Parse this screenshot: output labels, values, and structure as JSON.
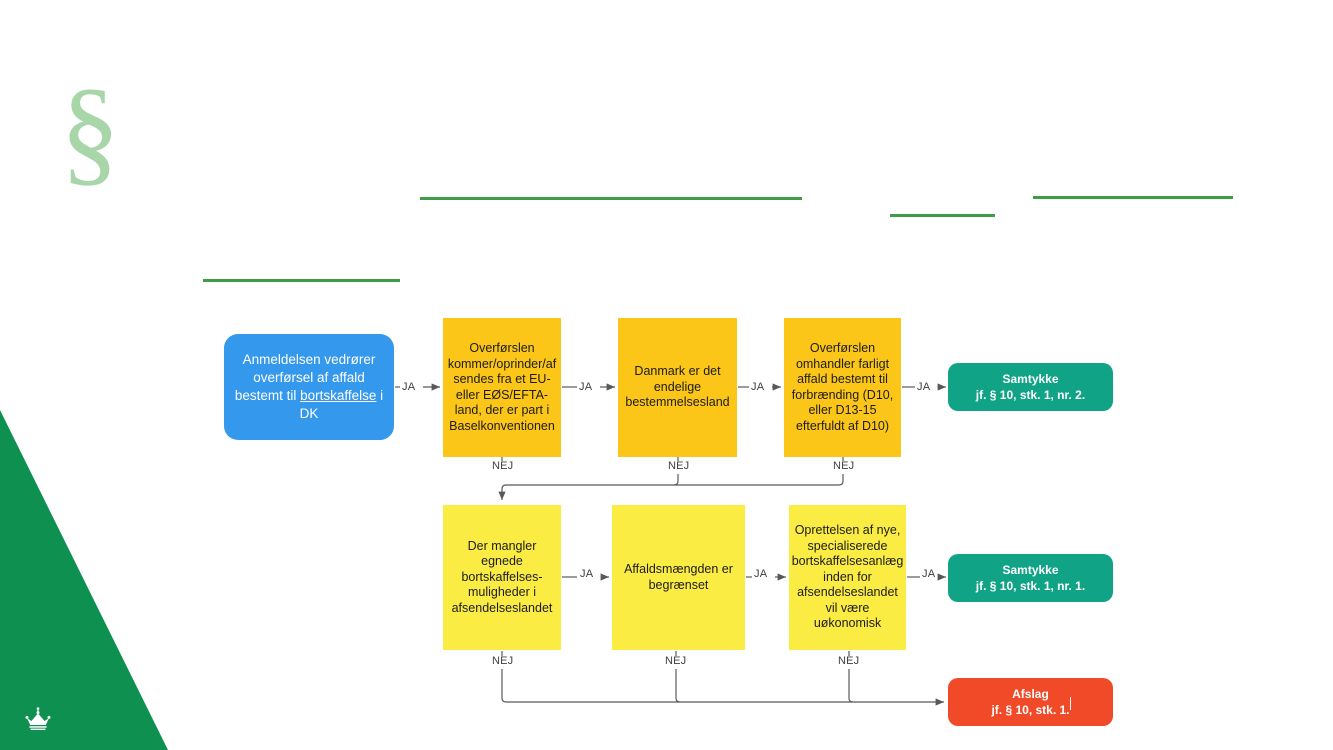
{
  "slide": {
    "background_color": "#ffffff",
    "accent_green": "#3f9c47",
    "corner_green": "#0e9150",
    "section_symbol": "§",
    "crown_icon": "crown-icon"
  },
  "palette": {
    "blue": "#3498ec",
    "orange": "#fbc618",
    "yellow": "#fbec43",
    "teal": "#11a385",
    "red": "#f04a28",
    "edge": "#595959"
  },
  "flow": {
    "start": {
      "id": "start",
      "text_lines": [
        "Anmeldelsen vedrører",
        "overførsel af affald",
        "bestemt til bortskaffelse i",
        "DK"
      ],
      "text": "Anmeldelsen vedrører overførsel af affald bestemt til bortskaffelse i DK",
      "underlined_fragment": "bortskaffelse",
      "color": "#3498ec"
    },
    "questions_row1": [
      {
        "id": "q1",
        "text": "Overførslen kommer/oprinder/af sendes fra et EU- eller EØS/EFTA-land, der er part i Baselkonventionen",
        "color": "#fbc618"
      },
      {
        "id": "q2",
        "text": "Danmark er det endelige bestemmelsesland",
        "color": "#fbc618"
      },
      {
        "id": "q3",
        "text": "Overførslen omhandler farligt affald bestemt til forbrænding (D10, eller D13-15 efterfuldt af D10)",
        "color": "#fbc618"
      }
    ],
    "questions_row2": [
      {
        "id": "q4",
        "text": "Der mangler egnede bortskaffelses-muligheder i afsendelseslandet",
        "color": "#fbec43"
      },
      {
        "id": "q5",
        "text": "Affaldsmængden er begrænset",
        "color": "#fbec43"
      },
      {
        "id": "q6",
        "text": "Oprettelsen af nye, specialiserede bortskaffelsesanlæg inden for afsendelseslandet vil være uøkonomisk",
        "color": "#fbec43"
      }
    ],
    "outcomes": [
      {
        "id": "consent-nr2",
        "title": "Samtykke",
        "subtitle": "jf. § 10, stk. 1, nr. 2.",
        "color": "#11a385"
      },
      {
        "id": "consent-nr1",
        "title": "Samtykke",
        "subtitle": "jf. § 10, stk. 1, nr. 1.",
        "color": "#11a385"
      },
      {
        "id": "rejection",
        "title": "Afslag",
        "subtitle": "jf. § 10, stk. 1.",
        "color": "#f04a28"
      }
    ],
    "edge_labels": {
      "yes": "JA",
      "no": "NEJ"
    }
  }
}
